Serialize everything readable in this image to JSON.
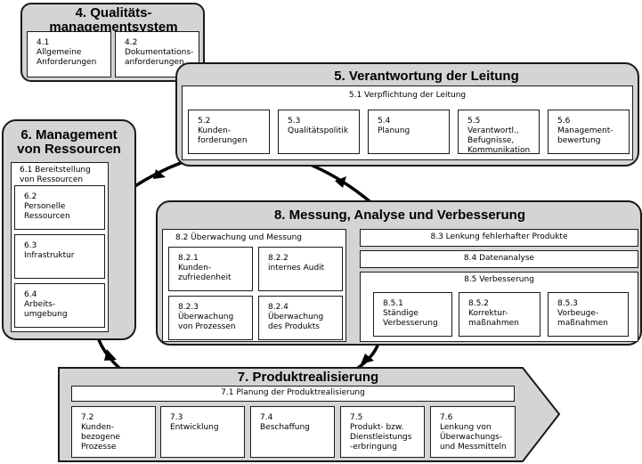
{
  "sections": {
    "s4": {
      "title": "4. Qualitäts-\nmanagementsystem",
      "items": [
        {
          "num": "4.1",
          "label": "Allgemeine\nAnforderungen"
        },
        {
          "num": "4.2",
          "label": "Dokumentations-\nanforderungen"
        }
      ]
    },
    "s5": {
      "title": "5. Verantwortung der Leitung",
      "header": "5.1 Verpflichtung der Leitung",
      "items": [
        {
          "num": "5.2",
          "label": "Kunden-\nforderungen"
        },
        {
          "num": "5.3",
          "label": "Qualitätspolitik"
        },
        {
          "num": "5.4",
          "label": "Planung"
        },
        {
          "num": "5.5",
          "label": "Verantwortl.,\nBefugnisse,\nKommunikation"
        },
        {
          "num": "5.6",
          "label": "Management-\nbewertung"
        }
      ]
    },
    "s6": {
      "title": "6. Management\nvon Ressourcen",
      "header": "6.1 Bereitstellung\nvon Ressourcen",
      "items": [
        {
          "num": "6.2",
          "label": "Personelle\nRessourcen"
        },
        {
          "num": "6.3",
          "label": "Infrastruktur"
        },
        {
          "num": "6.4",
          "label": "Arbeits-\numgebung"
        }
      ]
    },
    "s8": {
      "title": "8. Messung, Analyse und Verbesserung",
      "monitoring_header": "8.2 Überwachung und Messung",
      "monitoring_items": [
        {
          "num": "8.2.1",
          "label": "Kunden-\nzufriedenheit"
        },
        {
          "num": "8.2.2",
          "label": "internes Audit"
        },
        {
          "num": "8.2.3",
          "label": "Überwachung\nvon Prozessen"
        },
        {
          "num": "8.2.4",
          "label": "Überwachung\ndes Produkts"
        }
      ],
      "nonconforming": "8.3 Lenkung fehlerhafter Produkte",
      "analysis": "8.4 Datenanalyse",
      "improvement_header": "8.5 Verbesserung",
      "improvement_items": [
        {
          "num": "8.5.1",
          "label": "Ständige\nVerbesserung"
        },
        {
          "num": "8.5.2",
          "label": "Korrektur-\nmaßnahmen"
        },
        {
          "num": "8.5.3",
          "label": "Vorbeuge-\nmaßnahmen"
        }
      ]
    },
    "s7": {
      "title": "7. Produktrealisierung",
      "header": "7.1 Planung der Produktrealisierung",
      "items": [
        {
          "num": "7.2",
          "label": "Kunden-\nbezogene\nProzesse"
        },
        {
          "num": "7.3",
          "label": "Entwicklung"
        },
        {
          "num": "7.4",
          "label": "Beschaffung"
        },
        {
          "num": "7.5",
          "label": "Produkt- bzw.\nDienstleistungs\n-erbringung"
        },
        {
          "num": "7.6",
          "label": "Lenkung von\nÜberwachungs-\nund Messmitteln"
        }
      ]
    }
  }
}
